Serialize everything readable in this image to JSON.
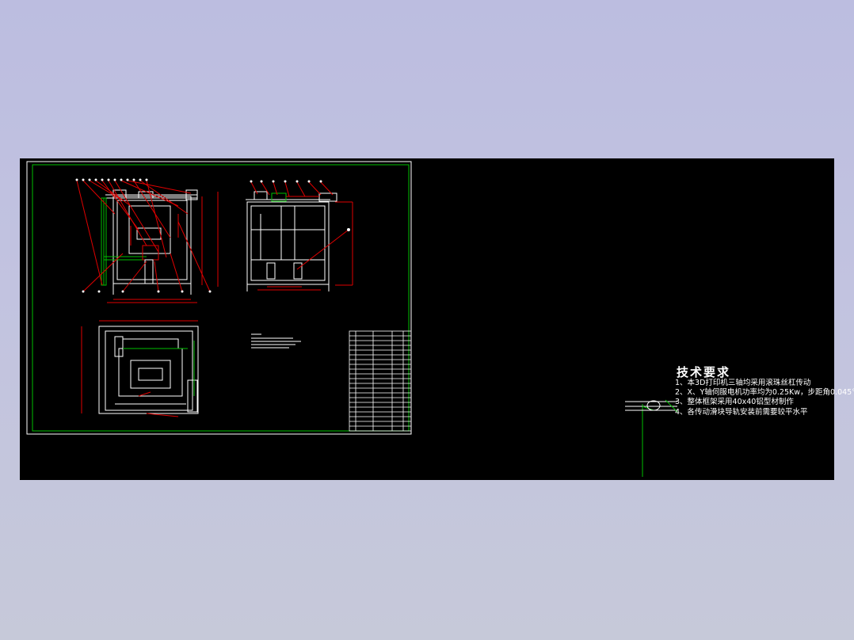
{
  "technical_requirements": {
    "title": "技术要求",
    "lines": [
      "1、本3D打印机三轴均采用滚珠丝杠传动",
      "2、X、Y轴伺服电机功率均为0.25Kw，步距角0.045°",
      "3、整体框架采用40x40铝型材制作",
      "4、各传动滑块导轨安装前需要较平水平"
    ]
  },
  "colors": {
    "background": "#000000",
    "frame_green": "#00c000",
    "dimension_red": "#e00000",
    "line_white": "#ffffff"
  }
}
